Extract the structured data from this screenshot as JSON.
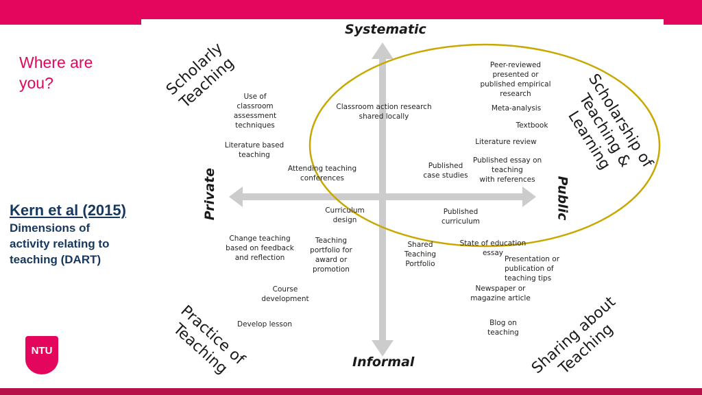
{
  "sidebar": {
    "question": "Where are you?",
    "citation": "Kern et al (2015)",
    "description": "Dimensions of activity relating to teaching (DART)",
    "logo_text": "NTU"
  },
  "diagram": {
    "axes": {
      "top": "Systematic",
      "bottom": "Informal",
      "left": "Private",
      "right": "Public"
    },
    "quadrants": {
      "top_left": "Scholarly\nTeaching",
      "top_right": "Scholarship of\nTeaching & Learning",
      "bottom_left": "Practice of\nTeaching",
      "bottom_right": "Sharing about\nTeaching"
    },
    "items": {
      "use_of_classroom": "Use of\nclassroom\nassessment\ntechniques",
      "literature_based": "Literature based\nteaching",
      "attending_conferences": "Attending teaching\nconferences",
      "classroom_action": "Classroom action research\nshared locally",
      "peer_reviewed": "Peer-reviewed\npresented or\npublished empirical\nresearch",
      "meta_analysis": "Meta-analysis",
      "textbook": "Textbook",
      "literature_review": "Literature review",
      "published_case": "Published\ncase studies",
      "published_essay": "Published essay on\nteaching\nwith references",
      "curriculum_design": "Curriculum\ndesign",
      "published_curriculum": "Published\ncurriculum",
      "change_teaching": "Change teaching\nbased on feedback\nand reflection",
      "teaching_portfolio": "Teaching\nportfolio for\naward or\npromotion",
      "shared_portfolio": "Shared\nTeaching\nPortfolio",
      "state_of_education": "State of education\nessay",
      "presentation_tips": "Presentation or\npublication of\nteaching tips",
      "course_development": "Course\ndevelopment",
      "newspaper": "Newspaper or\nmagazine article",
      "develop_lesson": "Develop lesson",
      "blog": "Blog on\nteaching"
    }
  },
  "colors": {
    "brand": "#e3065c",
    "bottom_bar": "#b5124a",
    "citation": "#16375e",
    "ellipse": "#c8a800",
    "arrows": "#cccccc"
  }
}
